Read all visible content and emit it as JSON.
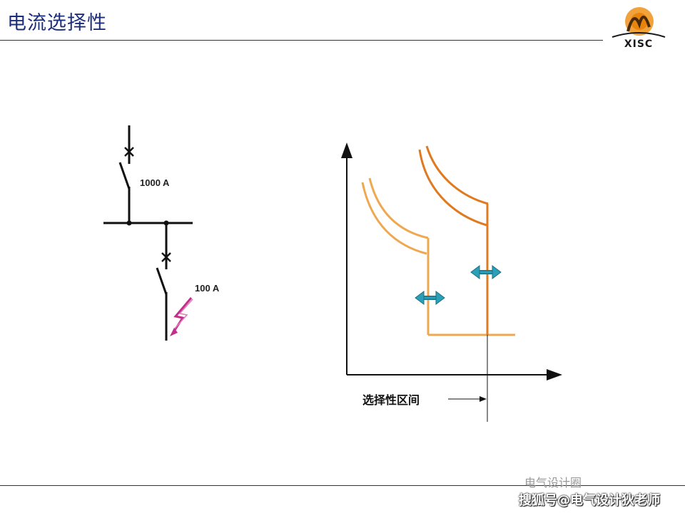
{
  "header": {
    "title": "电流选择性",
    "logo_text": "XISC"
  },
  "circuit": {
    "upper_breaker_rating": "1000 A",
    "lower_breaker_rating": "100 A"
  },
  "curves": {
    "selectivity_label": "选择性区间"
  },
  "watermark": {
    "line1": "电气设计圈",
    "line2": "搜狐号@电气设计狄老师"
  },
  "colors": {
    "title": "#1c2e7a",
    "curve_light": "#f0a850",
    "curve_dark": "#e07a20",
    "arrow": "#2a9fb8",
    "fault": "#c0308a",
    "logo_orange": "#e8840c"
  }
}
